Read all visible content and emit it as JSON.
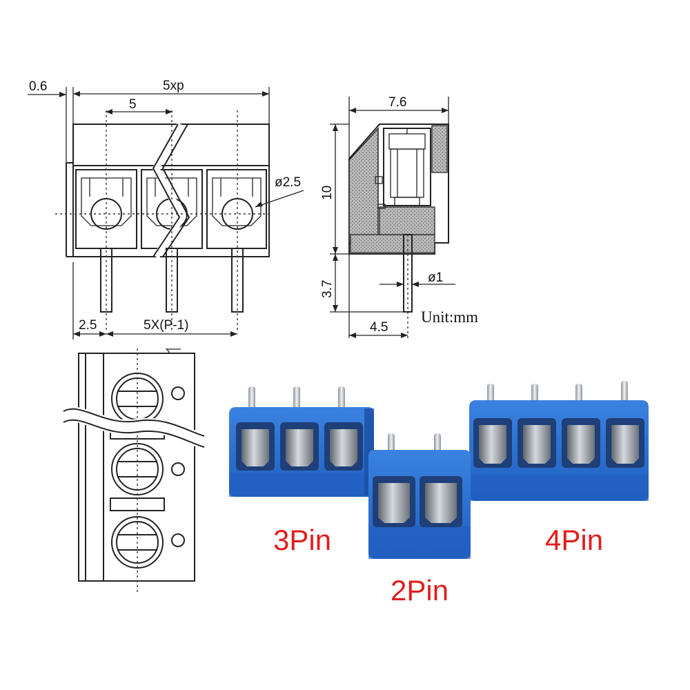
{
  "dimensions": {
    "d_0_6": "0.6",
    "d_5xp": "5xp",
    "d_5": "5",
    "d_phi_2_5": "ø2.5",
    "d_2_5": "2.5",
    "d_5xp1": "5X(P-1)",
    "d_7_6": "7.6",
    "d_10": "10",
    "d_3_7": "3.7",
    "d_phi_1": "ø1",
    "d_4_5": "4.5"
  },
  "unit_note": "Unit:mm",
  "labels": {
    "three_pin": "3Pin",
    "two_pin": "2Pin",
    "four_pin": "4Pin"
  },
  "colors": {
    "connector_blue": "#2a6fd0",
    "connector_blue_dark": "#1b4fa3",
    "metal": "#9aa0a8",
    "label_red": "#e11d1d"
  }
}
